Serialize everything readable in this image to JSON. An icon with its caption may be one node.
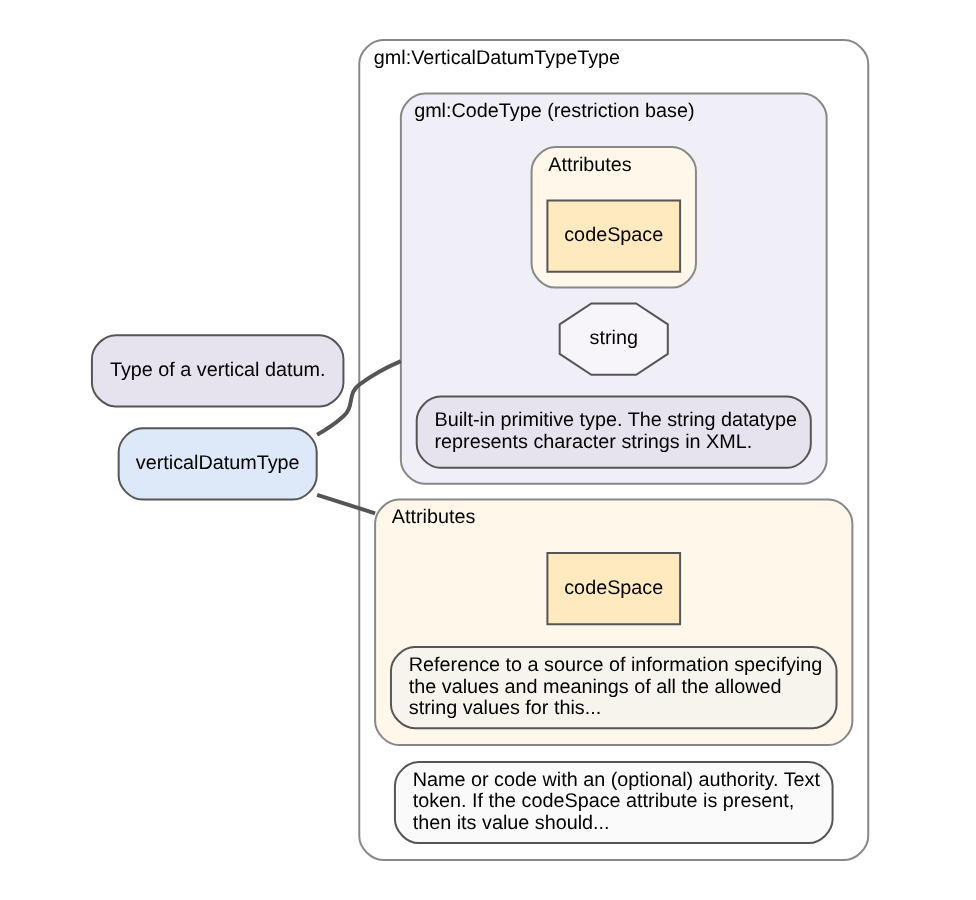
{
  "diagram": {
    "nodes": [
      {
        "text": [
          "verticalDatumType"
        ]
      },
      {
        "text": [
          "gml:VerticalDatumTypeType"
        ]
      },
      {
        "text": [
          "gml:CodeType (restriction base)"
        ],
        "in": 1
      },
      {
        "text": [
          "string"
        ],
        "in": 2
      },
      {
        "text": [
          "Built-in primitive type. The string datatype represents character strings in XML."
        ],
        "in": 2
      },
      {
        "text": [
          "Attributes"
        ],
        "in": 2
      },
      {
        "text": [
          "codeSpace"
        ],
        "in": 5
      },
      {
        "text": [
          "Name or code with an (optional) authority. Text token. If the codeSpace attribute is present, then its value should..."
        ],
        "in": 1
      },
      {
        "text": [
          "Attributes"
        ],
        "in": 1
      },
      {
        "text": [
          "codeSpace"
        ],
        "in": 8
      },
      {
        "text": [
          "Reference to a source of information specifying the values and meanings of all the allowed string values for this..."
        ],
        "in": 8
      },
      {
        "text": [
          "Type of a vertical datum."
        ]
      }
    ],
    "edges": [
      {
        "from": 0,
        "to": 2,
        "arrow": "none"
      },
      {
        "from": 0,
        "to": 8,
        "arrow": "none"
      }
    ]
  }
}
